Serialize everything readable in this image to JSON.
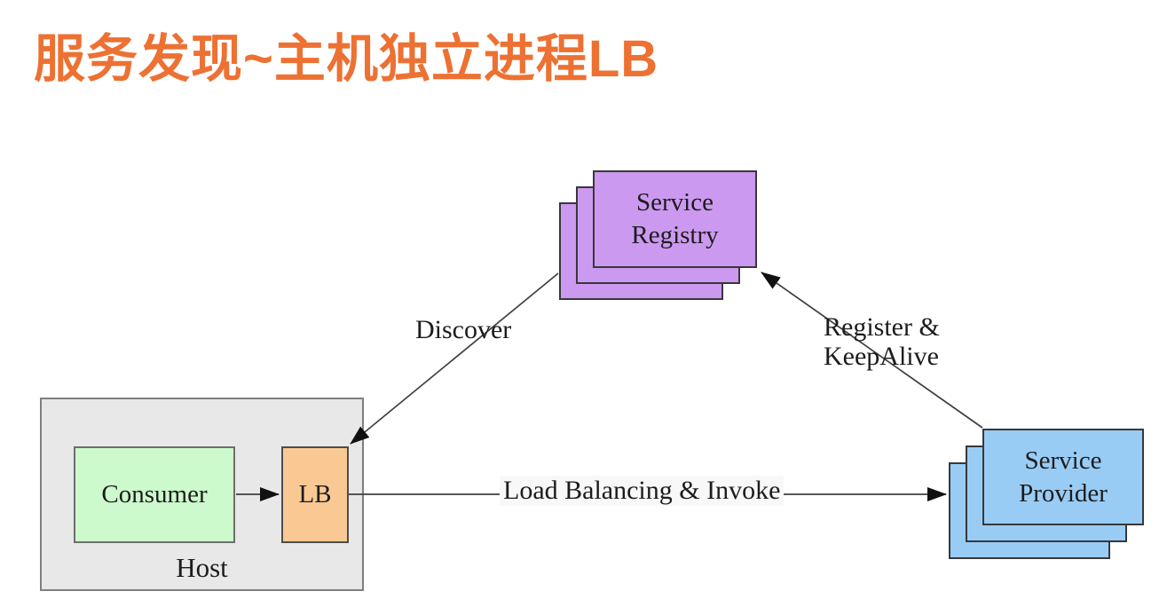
{
  "title": {
    "text": "服务发现~主机独立进程LB",
    "color": "#ED7132"
  },
  "diagram": {
    "nodes": {
      "registry": {
        "label": "Service\nRegistry",
        "fill": "#CC99F0",
        "stack_count": 3
      },
      "provider": {
        "label": "Service\nProvider",
        "fill": "#99CCF5",
        "stack_count": 3
      },
      "host": {
        "label": "Host",
        "fill": "#E8E8E8"
      },
      "consumer": {
        "label": "Consumer",
        "fill": "#CCFACC"
      },
      "lb": {
        "label": "LB",
        "fill": "#FAC993"
      }
    },
    "edges": {
      "discover": {
        "label": "Discover",
        "from": "lb",
        "to": "registry"
      },
      "register": {
        "label": "Register &\nKeepAlive",
        "from": "provider",
        "to": "registry"
      },
      "invoke": {
        "label": "Load Balancing & Invoke",
        "from": "lb",
        "to": "provider"
      },
      "consumer_to_lb": {
        "label": "",
        "from": "consumer",
        "to": "lb"
      }
    },
    "line_color": "#3f3f3f"
  }
}
